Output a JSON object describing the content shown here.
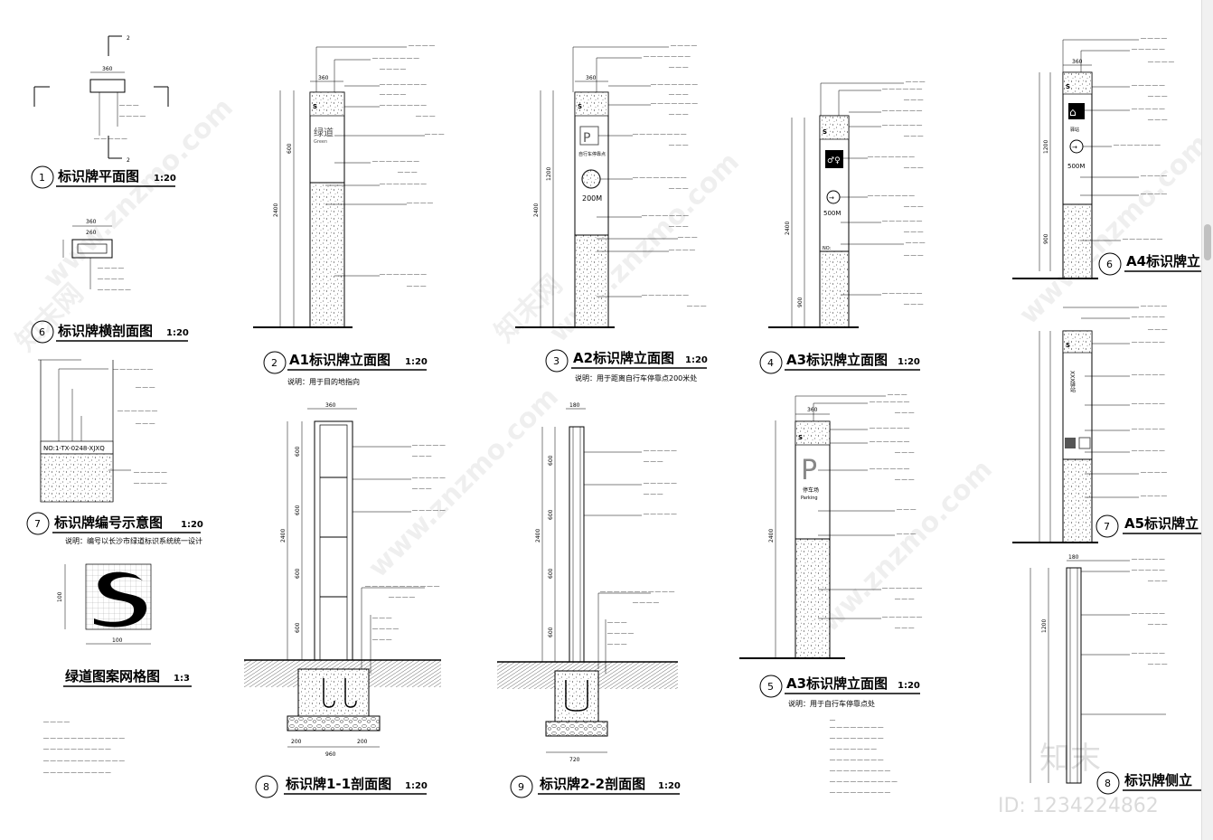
{
  "titles": {
    "t1": {
      "num": "1",
      "text": "标识牌平面图",
      "scale": "1:20"
    },
    "t6a": {
      "num": "6",
      "text": "标识牌横剖面图",
      "scale": "1:20"
    },
    "t7a": {
      "num": "7",
      "text": "标识牌编号示意图",
      "scale": "1:20"
    },
    "tpattern": {
      "text": "绿道图案网格图",
      "scale": "1:3"
    },
    "t2": {
      "num": "2",
      "text": "A1标识牌立面图",
      "scale": "1:20"
    },
    "t3": {
      "num": "3",
      "text": "A2标识牌立面图",
      "scale": "1:20"
    },
    "t4": {
      "num": "4",
      "text": "A3标识牌立面图",
      "scale": "1:20"
    },
    "t5": {
      "num": "5",
      "text": "A3标识牌立面图",
      "scale": "1:20"
    },
    "t8a": {
      "num": "8",
      "text": "标识牌1-1剖面图",
      "scale": "1:20"
    },
    "t9": {
      "num": "9",
      "text": "标识牌2-2剖面图",
      "scale": "1:20"
    },
    "t6b": {
      "num": "6",
      "text": "A4标识牌立"
    },
    "t7b": {
      "num": "7",
      "text": "A5标识牌立"
    },
    "t8b": {
      "num": "8",
      "text": "标识牌侧立"
    }
  },
  "notes": {
    "n2": "说明：用于目的地指向",
    "n3": "说明：用于距离自行车停靠点200米处",
    "n5": "说明：用于自行车停靠点处",
    "n7": "说明：编号以长沙市绿道标识系统统一设计"
  },
  "sign_text": {
    "green": "绿道",
    "green_en": "Green",
    "no": "NO:",
    "a2_dist": "200M",
    "a2_label": "自行车停靠点",
    "a3_dist": "500M",
    "a4_dist": "500M",
    "a4_label": "驿站",
    "parking": "P",
    "parking_cn": "停车场",
    "parking_en": "Parking",
    "station": "XXX驿站",
    "code": "NO:1-TX-0248-XJXQ"
  },
  "dims": {
    "d360": "360",
    "d260": "260",
    "d100": "100",
    "d2": "2",
    "d600": "600",
    "d2400": "2400",
    "d960": "960",
    "d720": "720",
    "d180": "180",
    "d900": "900",
    "d1200": "1200"
  },
  "watermark": {
    "site": "www.znzmo.com",
    "cn": "知末网",
    "brand": "知末",
    "id": "ID: 1234224862"
  }
}
